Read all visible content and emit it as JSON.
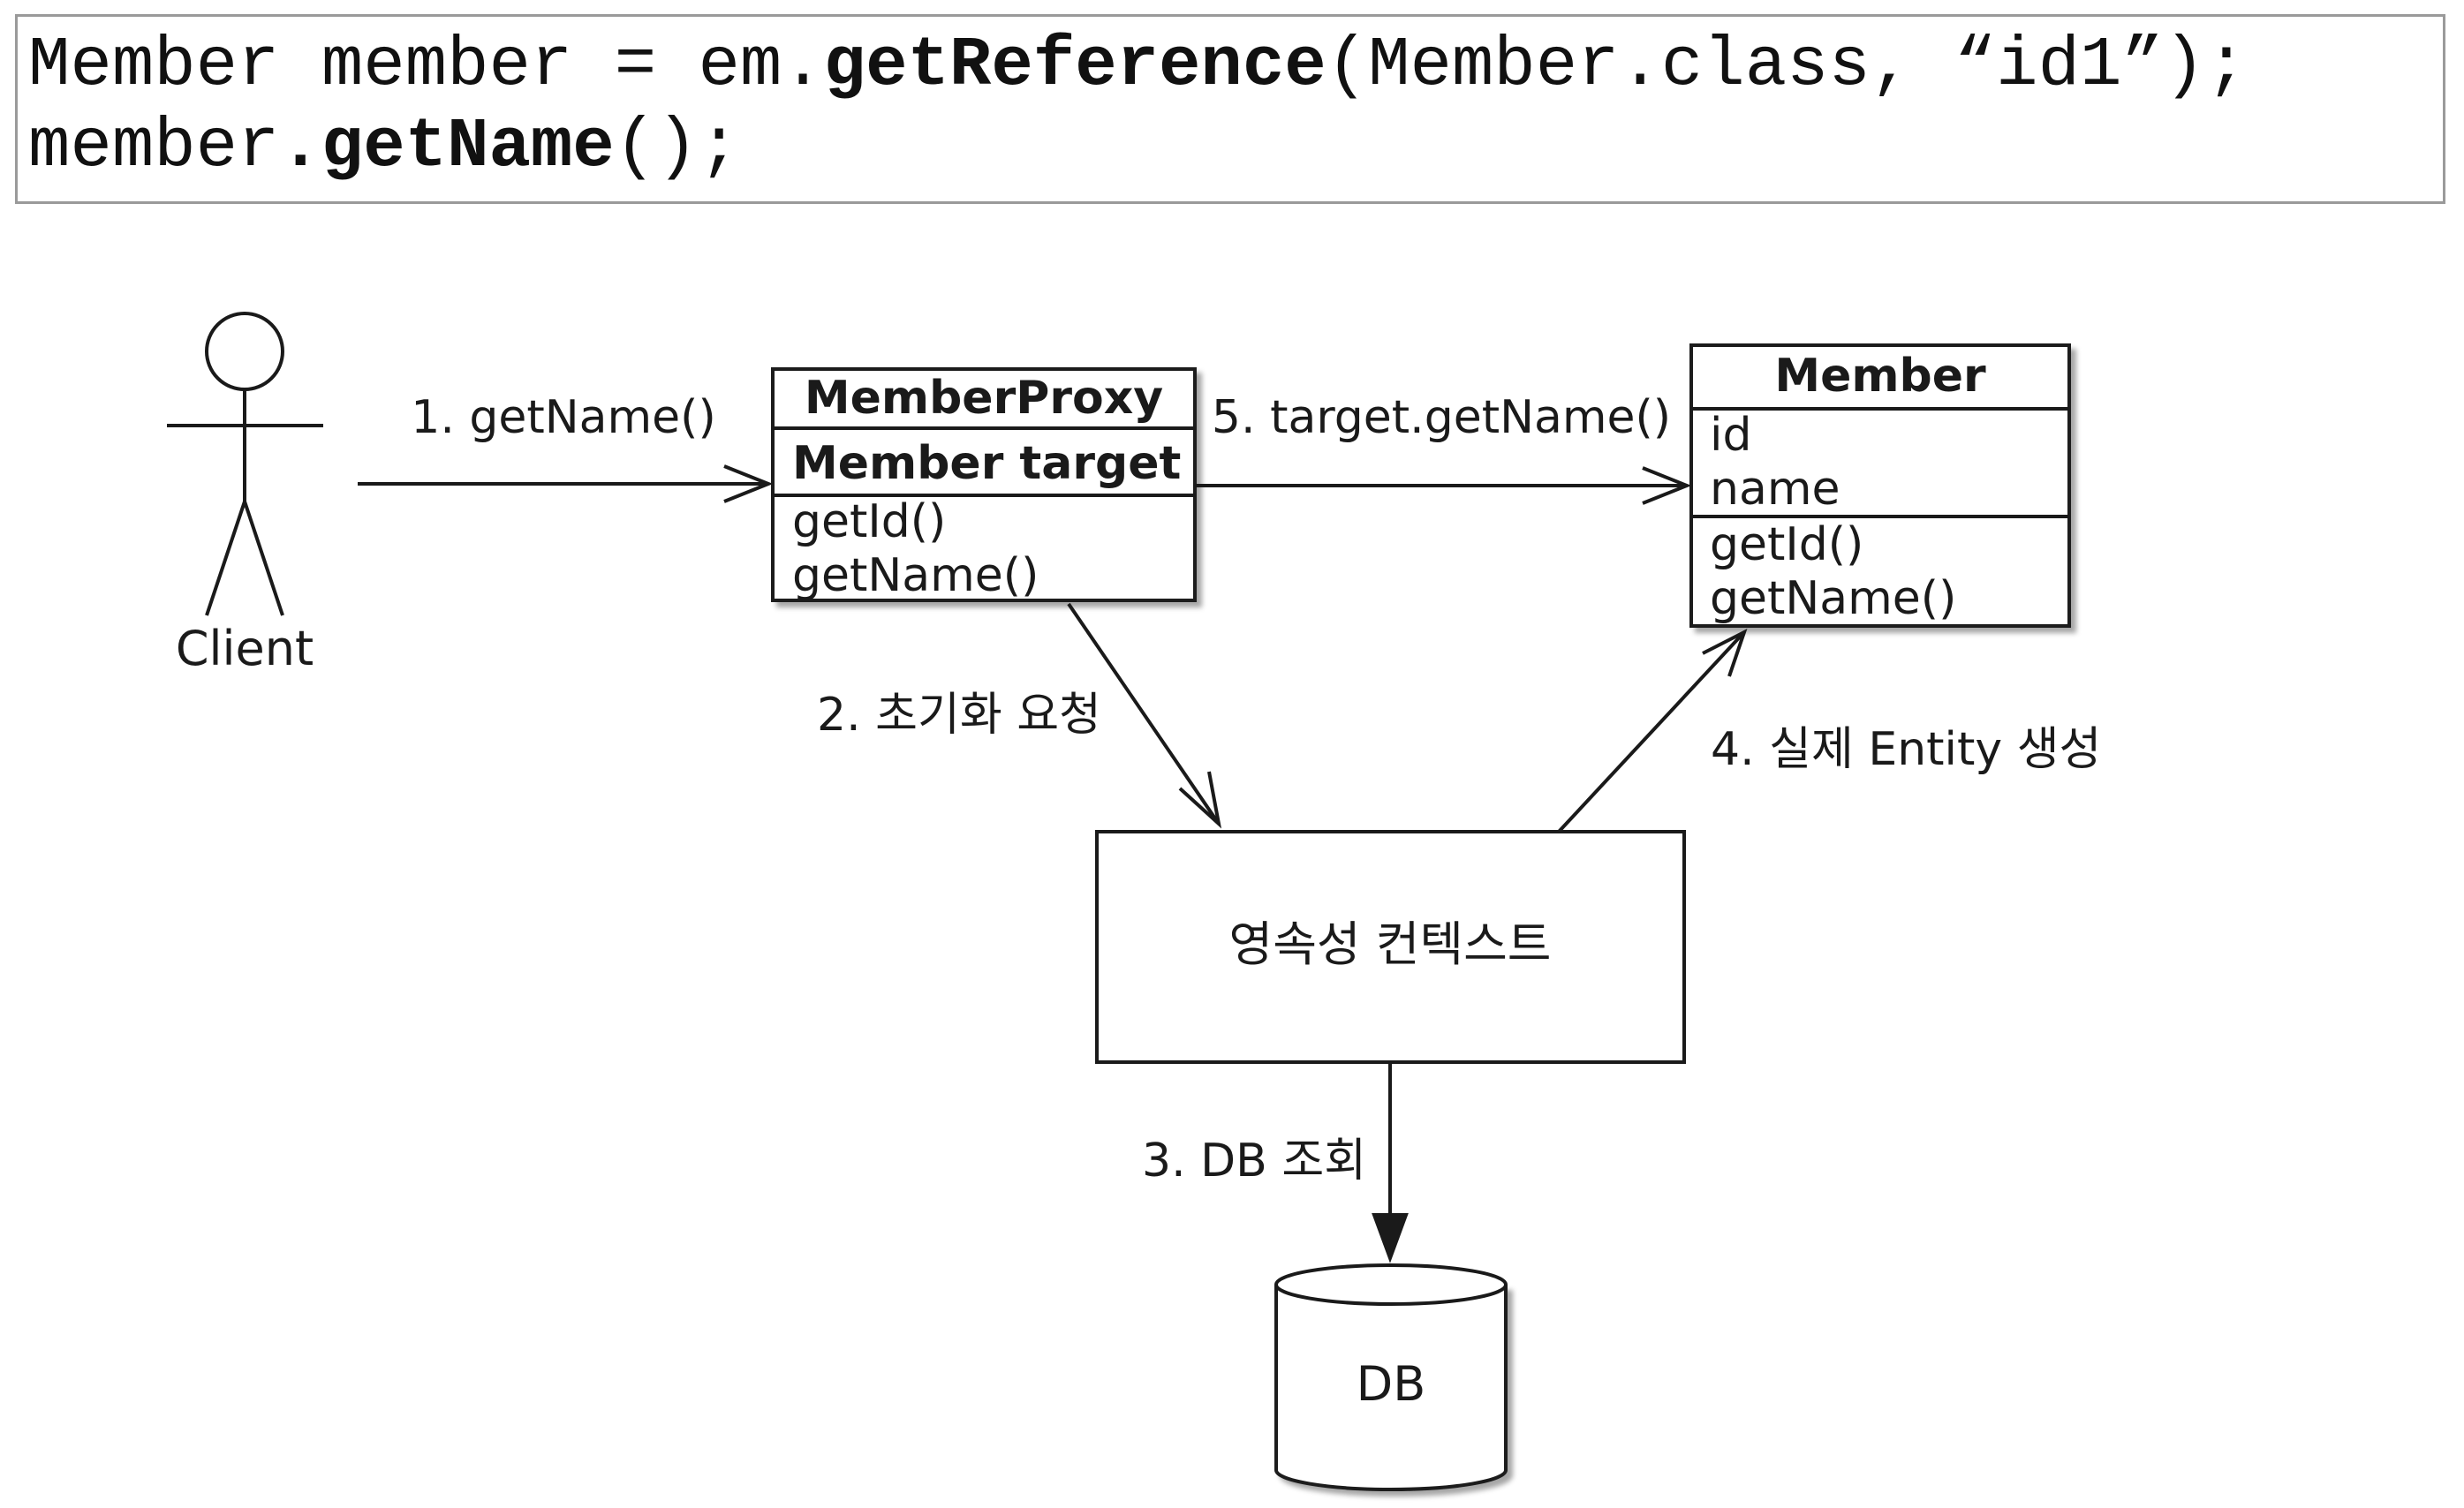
{
  "code": {
    "line1": {
      "part1": "Member member = em.",
      "method": "getReference",
      "part2": "(Member.class, “id1”);"
    },
    "line2": {
      "part1": "member",
      "method": ".getName",
      "part2": "();"
    }
  },
  "diagram": {
    "actor_label": "Client",
    "proxy": {
      "title": "MemberProxy",
      "field": "Member target",
      "methods": [
        "getId()",
        "getName()"
      ]
    },
    "entity": {
      "title": "Member",
      "fields": [
        "id",
        "name"
      ],
      "methods": [
        "getId()",
        "getName()"
      ]
    },
    "persistence_context_label": "영속성 컨텍스트",
    "db_label": "DB",
    "steps": {
      "step1": "1. getName()",
      "step2": "2. 초기화 요청",
      "step3": "3. DB 조회",
      "step4": "4. 실제 Entity 생성",
      "step5": "5. target.getName()"
    }
  }
}
